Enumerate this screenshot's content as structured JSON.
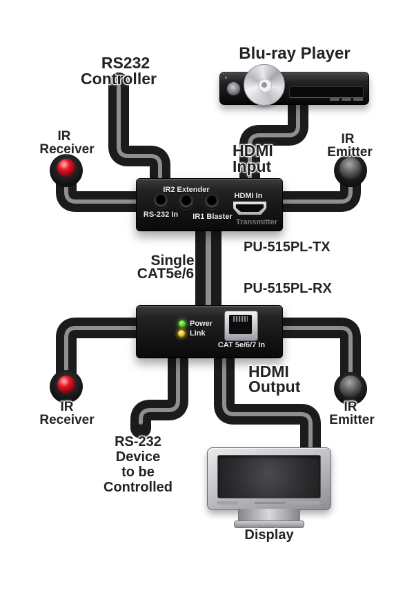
{
  "labels": {
    "controller_l1": "RS232",
    "controller_l2": "Controller",
    "bluray_player": "Blu-ray Player",
    "ir_top_left_l1": "IR",
    "ir_top_left_l2": "Receiver",
    "hdmi_input_l1": "HDMI",
    "hdmi_input_l2": "Input",
    "ir_top_right_l1": "IR",
    "ir_top_right_l2": "Emitter",
    "single_cat_l1": "Single",
    "single_cat_l2": "CAT5e/6",
    "tx_model": "PU-515PL-TX",
    "rx_model": "PU-515PL-RX",
    "hdmi_output_l1": "HDMI",
    "hdmi_output_l2": "Output",
    "ir_bottom_left_l1": "IR",
    "ir_bottom_left_l2": "Receiver",
    "ir_bottom_right_l1": "IR",
    "ir_bottom_right_l2": "Emitter",
    "rs232_device_l1": "RS-232",
    "rs232_device_l2": "Device",
    "rs232_device_l3": "to be",
    "rs232_device_l4": "Controlled",
    "display": "Display"
  },
  "transmitter": {
    "ir2_label": "IR2 Extender",
    "rs232_label": "RS-232 In",
    "ir1_label": "IR1 Blaster",
    "hdmi_label": "HDMI In",
    "unit_label": "Transmitter"
  },
  "receiver": {
    "power_label": "Power",
    "link_label": "Link",
    "cat_label": "CAT 5e/6/7 In"
  },
  "colors": {
    "cable": "#1b1b1b",
    "cable_core": "#8f8f8f",
    "label_text": "#262123",
    "power_led": "#52c71f",
    "link_led": "#e6b91e",
    "ir_receiver_led": "#c81220",
    "ir_emitter_led": "#6f6f6f"
  }
}
